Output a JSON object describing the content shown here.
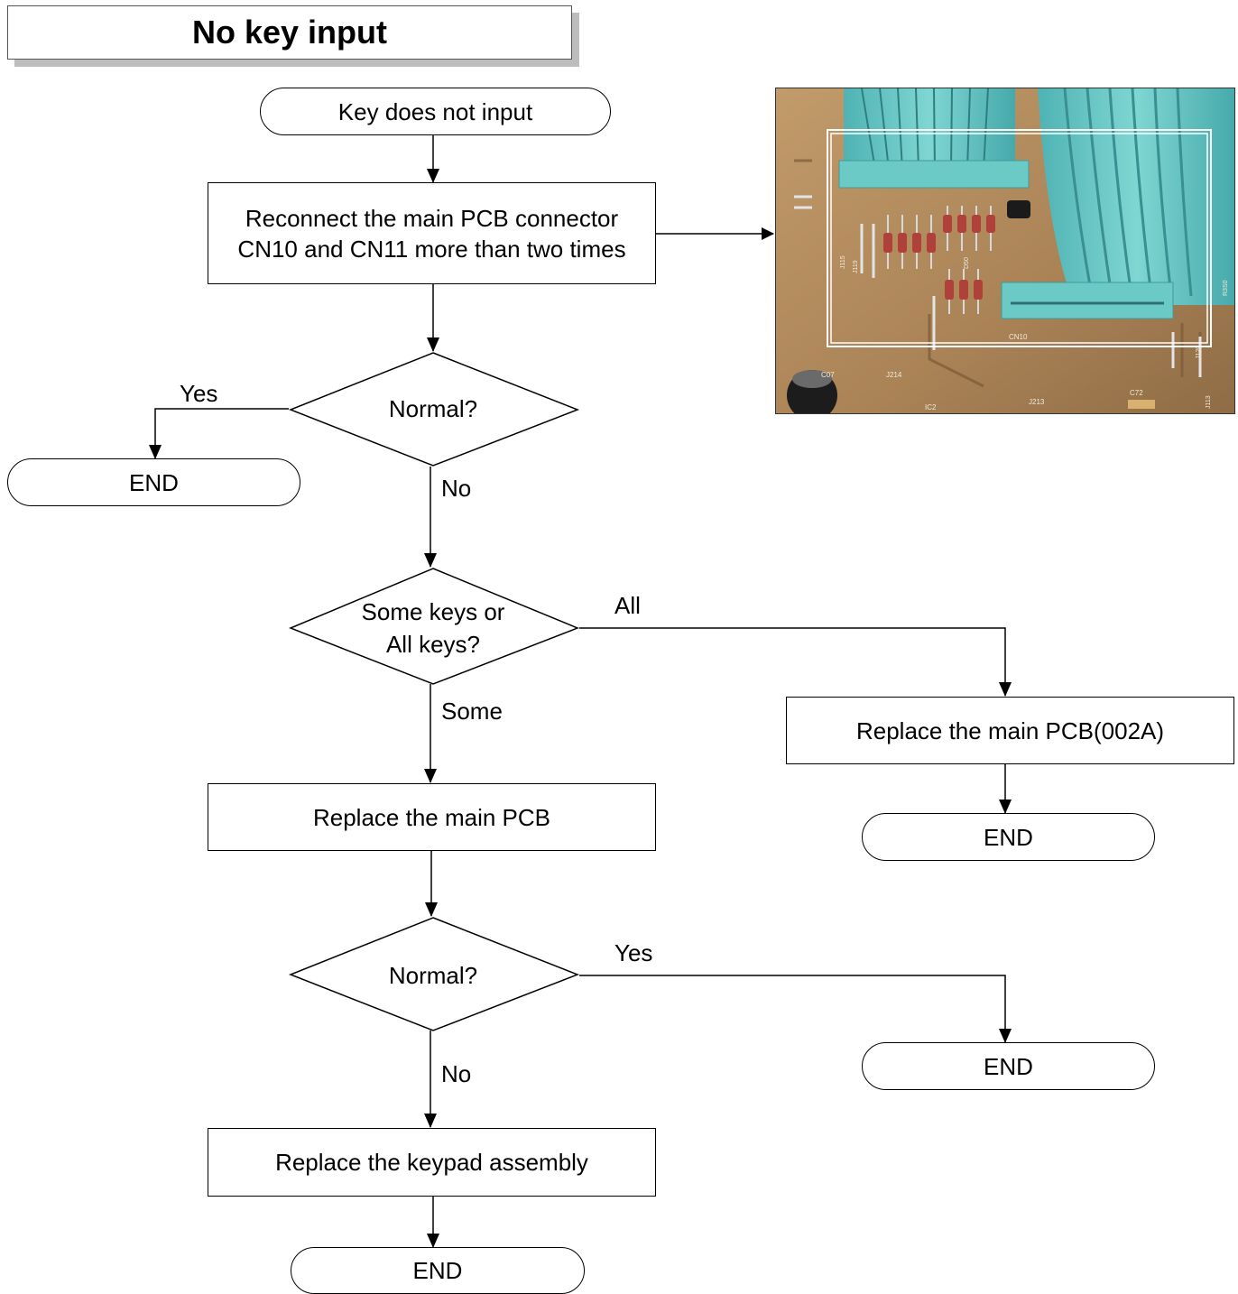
{
  "title": "No key input",
  "nodes": {
    "start": "Key does not input",
    "reconnect": "Reconnect the main PCB connector\nCN10 and CN11 more than two times",
    "normal1": "Normal?",
    "end_yes1": "END",
    "some_all": "Some keys or\nAll keys?",
    "replace_002a": "Replace the main PCB(002A)",
    "end_all": "END",
    "replace_main": "Replace the main PCB",
    "normal2": "Normal?",
    "end_yes2": "END",
    "replace_keypad": "Replace the keypad assembly",
    "end_final": "END"
  },
  "labels": {
    "yes1": "Yes",
    "no1": "No",
    "all": "All",
    "some": "Some",
    "yes2": "Yes",
    "no2": "No"
  },
  "photo": {
    "pcb_marks": [
      "C07",
      "J214",
      "IC2",
      "J213",
      "C72",
      "CN10",
      "J115",
      "J113",
      "J119",
      "D50",
      "J120",
      "R3S0"
    ]
  },
  "colors": {
    "line": "#000000",
    "board": "#b08a5c",
    "ribbon": "#5fc3c0",
    "highlight": "#ffffff"
  }
}
